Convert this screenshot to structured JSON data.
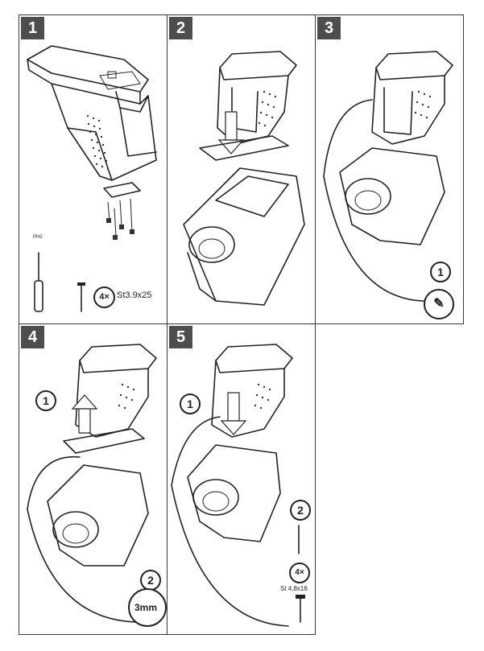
{
  "steps": [
    {
      "number": "1"
    },
    {
      "number": "2"
    },
    {
      "number": "3"
    },
    {
      "number": "4"
    },
    {
      "number": "5"
    }
  ],
  "step1": {
    "screwdriver_label": "PH2",
    "screw_count": "4×",
    "screw_spec": "St3.9x25"
  },
  "step3": {
    "callout": "1"
  },
  "step4": {
    "callout_a": "1",
    "callout_b": "2",
    "measure": "3mm"
  },
  "step5": {
    "callout_a": "1",
    "callout_b": "2",
    "screw_count": "4×",
    "screw_spec": "St 4,8x16"
  },
  "colors": {
    "badge": "#4d4d4d",
    "line": "#222222",
    "background": "#ffffff"
  }
}
